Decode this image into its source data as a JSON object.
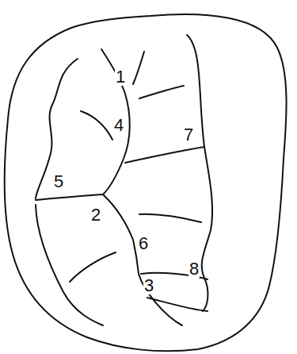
{
  "diagram": {
    "labels": [
      "1",
      "4",
      "7",
      "5",
      "2",
      "6",
      "8",
      "3"
    ]
  }
}
